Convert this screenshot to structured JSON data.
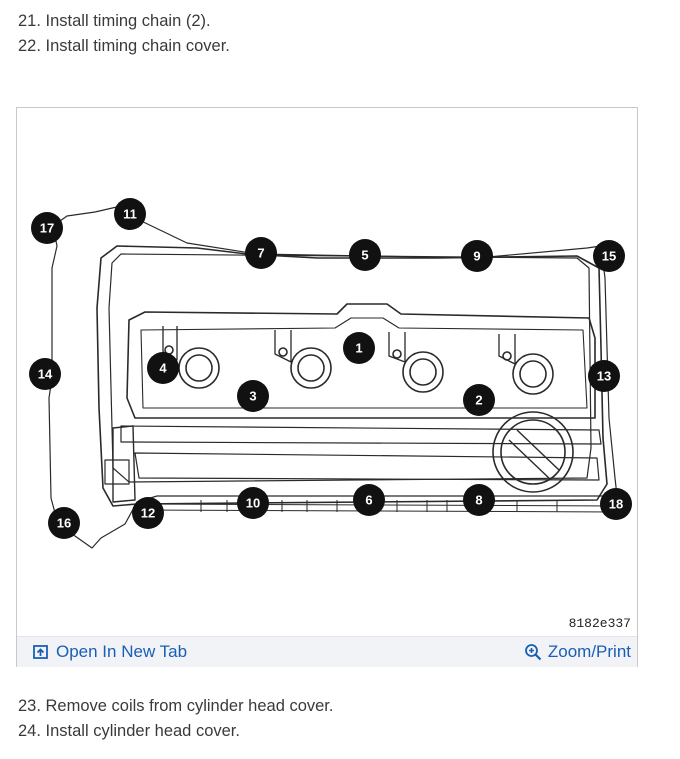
{
  "steps": {
    "s21": "21. Install timing chain (2).",
    "s22": "22. Install timing chain cover.",
    "s23": "23. Remove coils from cylinder head cover.",
    "s24": "24. Install cylinder head cover."
  },
  "figure": {
    "id": "8182e337",
    "callouts": [
      "1",
      "2",
      "3",
      "4",
      "5",
      "6",
      "7",
      "8",
      "9",
      "10",
      "11",
      "12",
      "13",
      "14",
      "15",
      "16",
      "17",
      "18"
    ],
    "open_new_tab": "Open In New Tab",
    "zoom_print": "Zoom/Print",
    "link_color": "#1a5fb4"
  },
  "icons": {
    "open_new_tab": "open-tab-icon",
    "zoom_print": "magnifier-plus-icon"
  }
}
